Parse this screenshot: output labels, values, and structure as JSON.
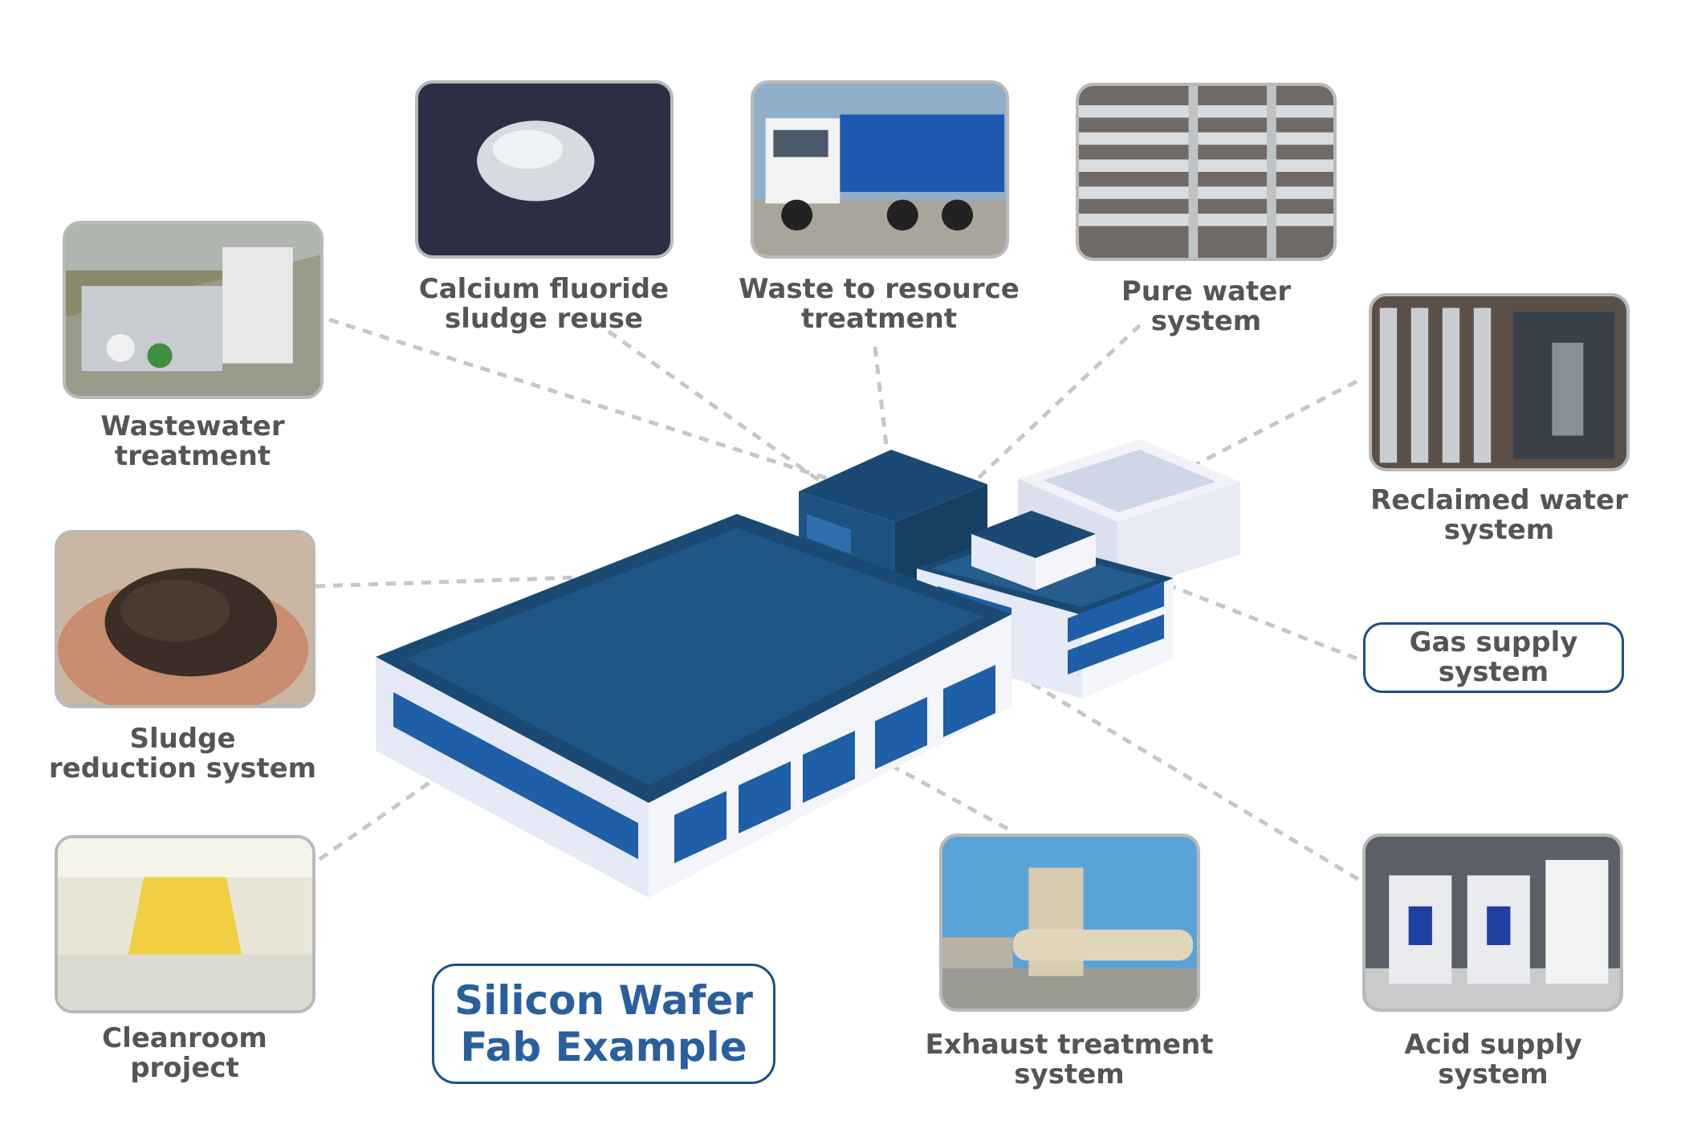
{
  "title": {
    "line1": "Silicon Wafer",
    "line2": "Fab Example"
  },
  "systems": {
    "wastewater": {
      "line1": "Wastewater",
      "line2": "treatment"
    },
    "calcium": {
      "line1": "Calcium fluoride",
      "line2": "sludge reuse"
    },
    "waste": {
      "line1": "Waste to resource",
      "line2": "treatment"
    },
    "pure": {
      "line1": "Pure water",
      "line2": "system"
    },
    "reclaimed": {
      "line1": "Reclaimed water",
      "line2": "system"
    },
    "gas": {
      "line1": "Gas supply",
      "line2": "system"
    },
    "sludge": {
      "line1": "Sludge",
      "line2": "reduction system"
    },
    "cleanroom": {
      "line1": "Cleanroom",
      "line2": "project"
    },
    "exhaust": {
      "line1": "Exhaust treatment",
      "line2": "system"
    },
    "acid": {
      "line1": "Acid supply",
      "line2": "system"
    }
  },
  "colors": {
    "roof": "#1a4a73",
    "roof_edge": "#2a6a9e",
    "wall": "#eef0fa",
    "window": "#1e5fa8",
    "accent": "#1d4f86",
    "label": "#555555",
    "connector": "#c7c7c7"
  }
}
